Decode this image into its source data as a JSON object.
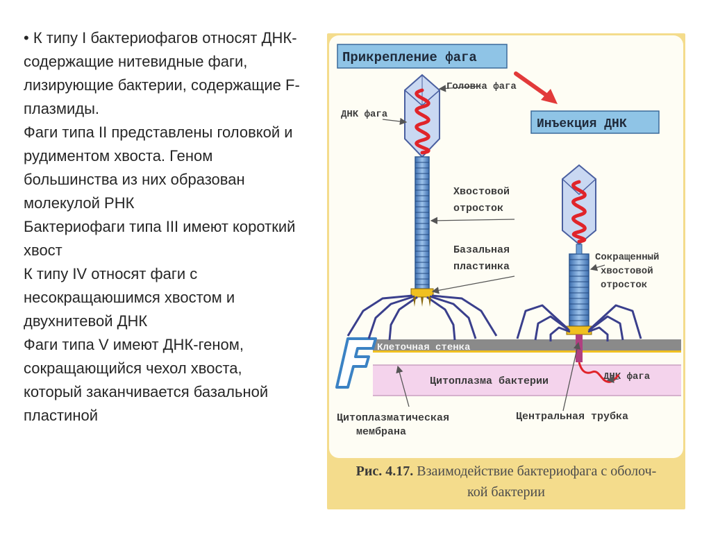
{
  "slide_text": {
    "bullet": "•",
    "p1": "К типу I бактериофагов относят ДНК-содержащие нитевидные фаги, лизирующие бактерии, содержащие F-плазмиды.",
    "p2": "Фаги типа II представлены головкой и рудиментом хвоста. Геном большинства из них образован молекулой РНК",
    "p3": "Бактериофаги типа III имеют короткий хвост",
    "p4": "К типу IV относят фаги с несокращаюшимся хвостом и двухнитевой ДНК",
    "p5": "Фаги типа V имеют ДНК-геном, сокращающийся чехол хвоста, который заканчивается базальной пластиной"
  },
  "figure": {
    "attachment_title": "Прикрепление фага",
    "injection_title": "Инъекция ДНК",
    "head_label": "Головка фага",
    "phage_dna_label": "ДНК фага",
    "tail_label_1": "Хвостовой",
    "tail_label_2": "отросток",
    "baseplate_label_1": "Базальная",
    "baseplate_label_2": "пластинка",
    "contracted_label_1": "Сокращенный",
    "contracted_label_2": "хвостовой",
    "contracted_label_3": "отросток",
    "cell_wall_label": "Клеточная стенка",
    "cytoplasm_label": "Цитоплазма бактерии",
    "injected_dna_label": "ДНК фага",
    "membrane_label_1": "Цитоплазматическая",
    "membrane_label_2": "мембрана",
    "central_tube_label": "Центральная трубка",
    "logo_letter": "F",
    "caption_number": "Рис. 4.17.",
    "caption_text": "Взаимодействие бактериофага с оболоч-",
    "caption_text_2": "кой бактерии"
  },
  "colors": {
    "title_box": "#8fc4e6",
    "head_fill": "#c9d8f2",
    "dna_red": "#e0242a",
    "tail_blue": "#6ea0d8",
    "baseplate": "#f0c020",
    "cell_wall": "#8a8a8a",
    "cytoplasm": "#f4d3ec",
    "arrow_red": "#e23a3a",
    "logo_blue": "#3b82c4"
  }
}
